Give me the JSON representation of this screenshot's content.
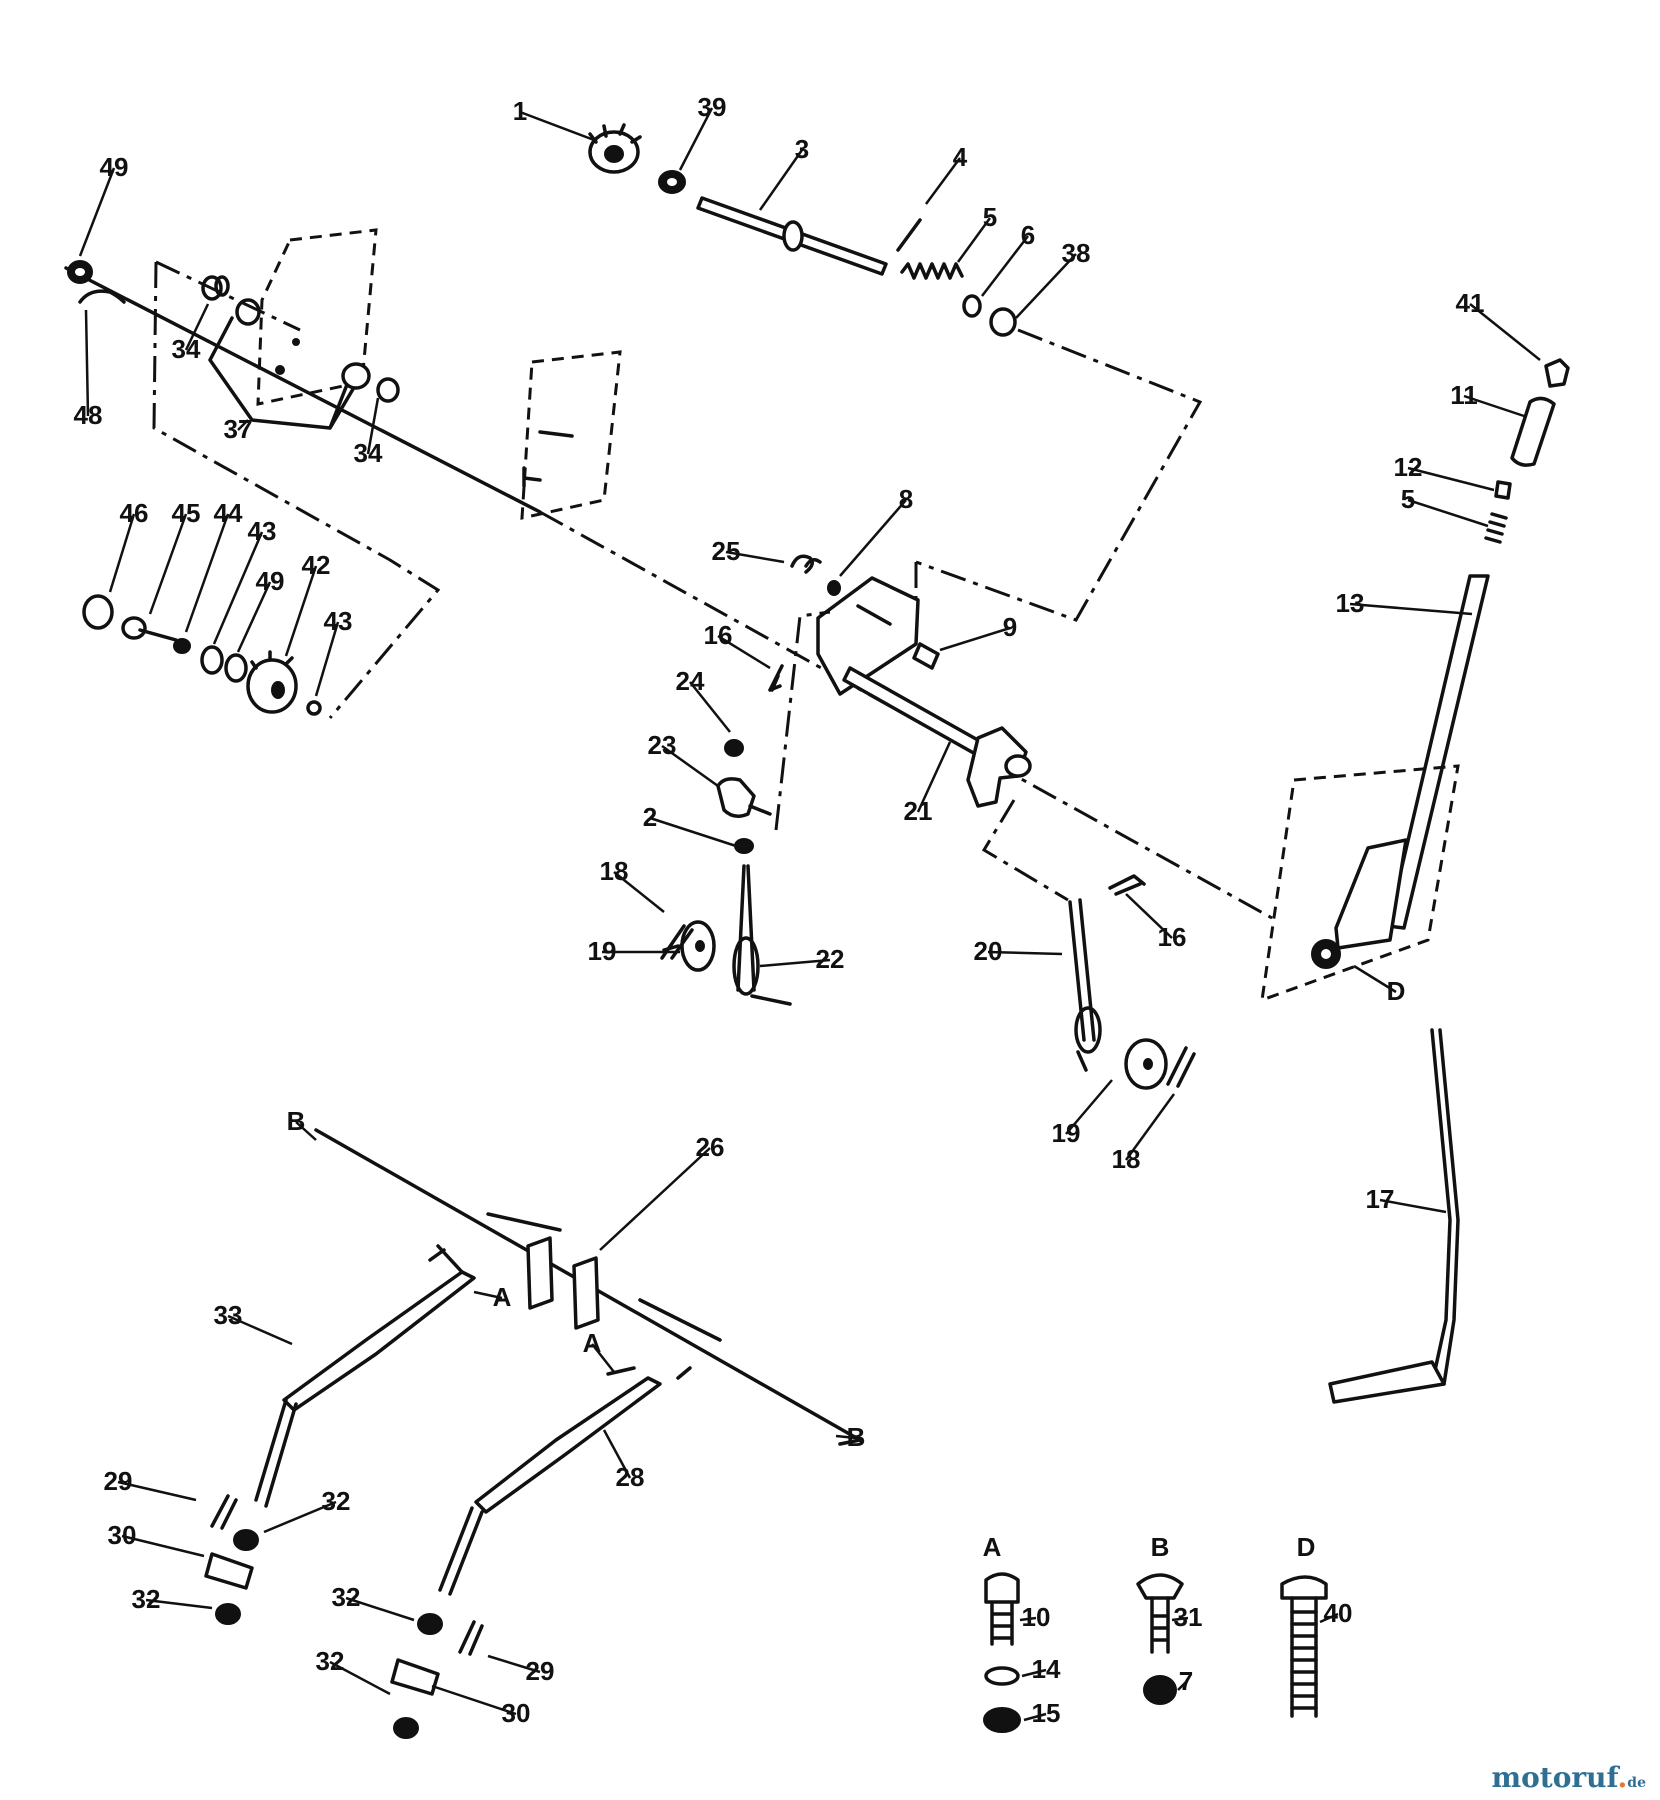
{
  "callouts": [
    {
      "id": "p1",
      "text": "1"
    },
    {
      "id": "p39",
      "text": "39"
    },
    {
      "id": "p3",
      "text": "3"
    },
    {
      "id": "p4",
      "text": "4"
    },
    {
      "id": "p5a",
      "text": "5"
    },
    {
      "id": "p6",
      "text": "6"
    },
    {
      "id": "p38",
      "text": "38"
    },
    {
      "id": "p49a",
      "text": "49"
    },
    {
      "id": "p48",
      "text": "48"
    },
    {
      "id": "p34a",
      "text": "34"
    },
    {
      "id": "p37",
      "text": "37"
    },
    {
      "id": "p34b",
      "text": "34"
    },
    {
      "id": "p41",
      "text": "41"
    },
    {
      "id": "p11",
      "text": "11"
    },
    {
      "id": "p12",
      "text": "12"
    },
    {
      "id": "p5b",
      "text": "5"
    },
    {
      "id": "p13",
      "text": "13"
    },
    {
      "id": "p46",
      "text": "46"
    },
    {
      "id": "p45",
      "text": "45"
    },
    {
      "id": "p44",
      "text": "44"
    },
    {
      "id": "p43a",
      "text": "43"
    },
    {
      "id": "p49b",
      "text": "49"
    },
    {
      "id": "p42",
      "text": "42"
    },
    {
      "id": "p43b",
      "text": "43"
    },
    {
      "id": "p8",
      "text": "8"
    },
    {
      "id": "p25",
      "text": "25"
    },
    {
      "id": "p9",
      "text": "9"
    },
    {
      "id": "p16a",
      "text": "16"
    },
    {
      "id": "p24",
      "text": "24"
    },
    {
      "id": "p23",
      "text": "23"
    },
    {
      "id": "p21",
      "text": "21"
    },
    {
      "id": "p2",
      "text": "2"
    },
    {
      "id": "p18a",
      "text": "18"
    },
    {
      "id": "p19a",
      "text": "19"
    },
    {
      "id": "p22",
      "text": "22"
    },
    {
      "id": "p20",
      "text": "20"
    },
    {
      "id": "p16b",
      "text": "16"
    },
    {
      "id": "pD1",
      "text": "D"
    },
    {
      "id": "p19b",
      "text": "19"
    },
    {
      "id": "p18b",
      "text": "18"
    },
    {
      "id": "p17",
      "text": "17"
    },
    {
      "id": "pB1",
      "text": "B"
    },
    {
      "id": "p26",
      "text": "26"
    },
    {
      "id": "pA1",
      "text": "A"
    },
    {
      "id": "p33",
      "text": "33"
    },
    {
      "id": "pA2",
      "text": "A"
    },
    {
      "id": "pB2",
      "text": "B"
    },
    {
      "id": "p28",
      "text": "28"
    },
    {
      "id": "p29a",
      "text": "29"
    },
    {
      "id": "p32a",
      "text": "32"
    },
    {
      "id": "p30a",
      "text": "30"
    },
    {
      "id": "p32b",
      "text": "32"
    },
    {
      "id": "p32c",
      "text": "32"
    },
    {
      "id": "p29b",
      "text": "29"
    },
    {
      "id": "p32d",
      "text": "32"
    },
    {
      "id": "p30b",
      "text": "30"
    },
    {
      "id": "p10",
      "text": "10"
    },
    {
      "id": "p14",
      "text": "14"
    },
    {
      "id": "p15",
      "text": "15"
    },
    {
      "id": "p31",
      "text": "31"
    },
    {
      "id": "p7",
      "text": "7"
    },
    {
      "id": "p40",
      "text": "40"
    }
  ],
  "hardware_groups": [
    {
      "letter": "A",
      "parts": [
        "10",
        "14",
        "15"
      ]
    },
    {
      "letter": "B",
      "parts": [
        "31",
        "7"
      ]
    },
    {
      "letter": "D",
      "parts": [
        "40"
      ]
    }
  ],
  "brand": {
    "name": "motoruf",
    "dot": ".",
    "tld": "de"
  }
}
